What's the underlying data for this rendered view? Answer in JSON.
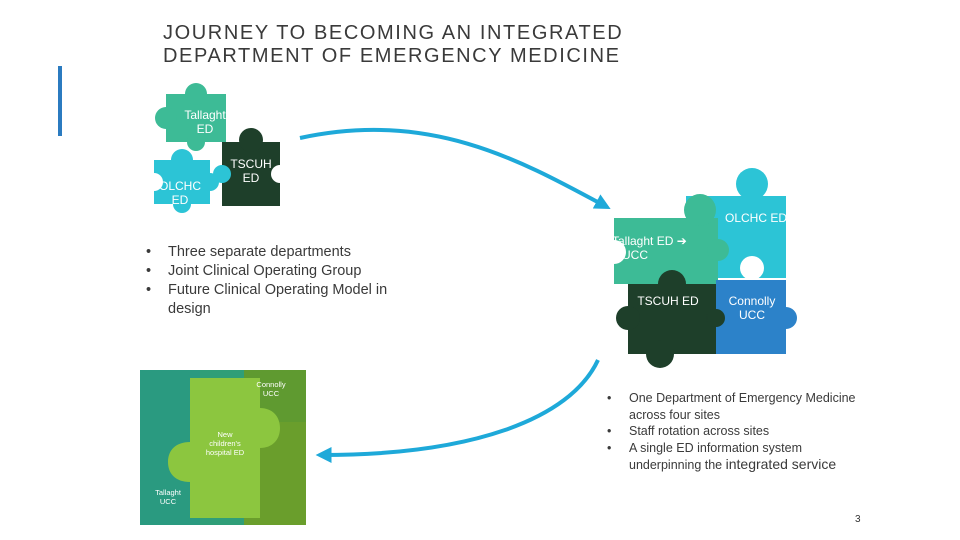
{
  "title": {
    "line1": "JOURNEY TO BECOMING AN INTEGRATED",
    "line2": "DEPARTMENT OF EMERGENCY MEDICINE"
  },
  "puzzle_top": {
    "tallaght": [
      "Tallaght",
      "ED"
    ],
    "olchc": [
      "OLCHC",
      "ED"
    ],
    "tscuh": [
      "TSCUH",
      "ED"
    ]
  },
  "bullets_left": [
    "Three separate departments",
    "Joint Clinical Operating Group",
    "Future Clinical Operating Model in design"
  ],
  "puzzle_right": {
    "olchc": "OLCHC ED",
    "tallaght": [
      "Tallaght ED ➔",
      "UCC"
    ],
    "tscuh": "TSCUH ED",
    "connolly": [
      "Connolly",
      "UCC"
    ]
  },
  "bullets_right": [
    "One Department of Emergency Medicine across four sites",
    "Staff rotation across sites",
    "A single ED information system underpinning the"
  ],
  "bullets_right_tail": "integrated service",
  "image": {
    "connolly": [
      "Connolly",
      "UCC"
    ],
    "new_hospital": [
      "New",
      "children's",
      "hospital ED"
    ],
    "tallaght": [
      "Tallaght",
      "UCC"
    ]
  },
  "page_number": "3",
  "colors": {
    "green": "#3dbb96",
    "cyan": "#2cc4d6",
    "dark_green": "#1e3f2a",
    "blue": "#2c82c9",
    "arrow": "#1ea9d9",
    "accent": "#2b7bc0"
  }
}
